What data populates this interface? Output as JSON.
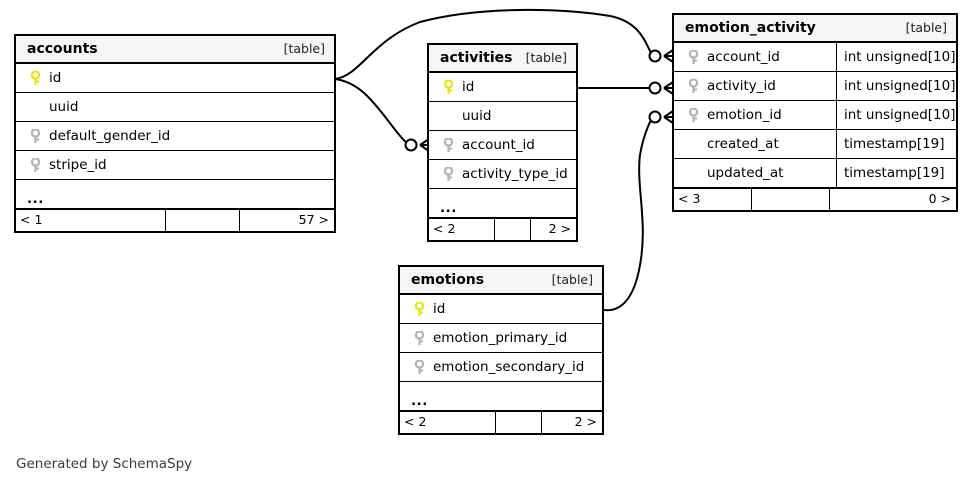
{
  "diagram": {
    "title": "SchemaSpy entity relationship diagram",
    "caption": "Generated by SchemaSpy",
    "table_tag": "[table]",
    "ellipsis": "...",
    "colors": {
      "primary_key": "#e8e313",
      "foreign_key": "#b3b3b3",
      "border": "#000000",
      "header_background": "#f5f5f5",
      "background": "#ffffff",
      "caption_text": "#3b3b3b"
    }
  },
  "tables": [
    {
      "id": "accounts",
      "name": "accounts",
      "tag": "[table]",
      "columns": [
        {
          "name": "id",
          "key": "primary"
        },
        {
          "name": "uuid",
          "key": "none"
        },
        {
          "name": "default_gender_id",
          "key": "foreign"
        },
        {
          "name": "stripe_id",
          "key": "foreign"
        }
      ],
      "has_more": true,
      "more_label": "...",
      "footer": {
        "left": "< 1",
        "middle": "",
        "right": "57 >"
      }
    },
    {
      "id": "activities",
      "name": "activities",
      "tag": "[table]",
      "columns": [
        {
          "name": "id",
          "key": "primary"
        },
        {
          "name": "uuid",
          "key": "none"
        },
        {
          "name": "account_id",
          "key": "foreign"
        },
        {
          "name": "activity_type_id",
          "key": "foreign"
        }
      ],
      "has_more": true,
      "more_label": "...",
      "footer": {
        "left": "< 2",
        "middle": "",
        "right": "2 >"
      }
    },
    {
      "id": "emotion_activity",
      "name": "emotion_activity",
      "tag": "[table]",
      "columns": [
        {
          "name": "account_id",
          "key": "foreign",
          "type": "int unsigned[10]"
        },
        {
          "name": "activity_id",
          "key": "foreign",
          "type": "int unsigned[10]"
        },
        {
          "name": "emotion_id",
          "key": "foreign",
          "type": "int unsigned[10]"
        },
        {
          "name": "created_at",
          "key": "none",
          "type": "timestamp[19]"
        },
        {
          "name": "updated_at",
          "key": "none",
          "type": "timestamp[19]"
        }
      ],
      "has_more": false,
      "more_label": "",
      "footer": {
        "left": "< 3",
        "middle": "",
        "right": "0 >"
      }
    },
    {
      "id": "emotions",
      "name": "emotions",
      "tag": "[table]",
      "columns": [
        {
          "name": "id",
          "key": "primary"
        },
        {
          "name": "emotion_primary_id",
          "key": "foreign"
        },
        {
          "name": "emotion_secondary_id",
          "key": "foreign"
        }
      ],
      "has_more": true,
      "more_label": "...",
      "footer": {
        "left": "< 2",
        "middle": "",
        "right": "2 >"
      }
    }
  ],
  "relationships": [
    {
      "id": "accounts-to-emotion_activity",
      "from_table": "accounts",
      "from_column": "id",
      "to_table": "emotion_activity",
      "to_column": "account_id"
    },
    {
      "id": "accounts-to-activities",
      "from_table": "accounts",
      "from_column": "id",
      "to_table": "activities",
      "to_column": "account_id"
    },
    {
      "id": "activities-to-emotion_activity",
      "from_table": "activities",
      "from_column": "id",
      "to_table": "emotion_activity",
      "to_column": "activity_id"
    },
    {
      "id": "emotions-to-emotion_activity",
      "from_table": "emotions",
      "from_column": "id",
      "to_table": "emotion_activity",
      "to_column": "emotion_id"
    }
  ]
}
